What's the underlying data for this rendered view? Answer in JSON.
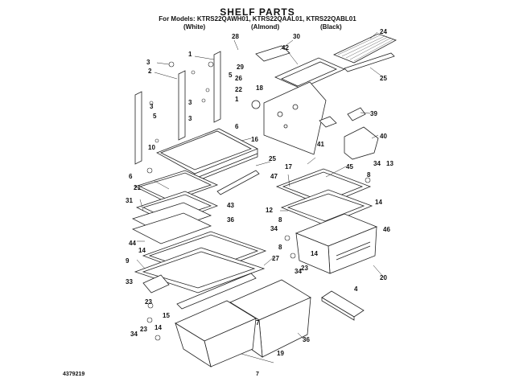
{
  "header": {
    "title": "SHELF PARTS",
    "models": "For Models: KTRS22QAWH01, KTRS22QAAL01, KTRS22QABL01",
    "colors": [
      "(White)",
      "(Almond)",
      "(Black)"
    ]
  },
  "footer": {
    "doc_number": "4379219",
    "page_number": "7"
  },
  "callouts": [
    "28",
    "30",
    "24",
    "3",
    "1",
    "42",
    "25",
    "2",
    "29",
    "5",
    "26",
    "18",
    "22",
    "1",
    "3",
    "39",
    "3",
    "5",
    "6",
    "3",
    "16",
    "17",
    "41",
    "40",
    "10",
    "25",
    "34",
    "13",
    "6",
    "45",
    "8",
    "47",
    "21",
    "43",
    "31",
    "12",
    "14",
    "34",
    "8",
    "46",
    "36",
    "44",
    "14",
    "9",
    "27",
    "34",
    "8",
    "20",
    "23",
    "14",
    "33",
    "23",
    "4",
    "15",
    "34",
    "23",
    "14",
    "7",
    "36",
    "19"
  ]
}
